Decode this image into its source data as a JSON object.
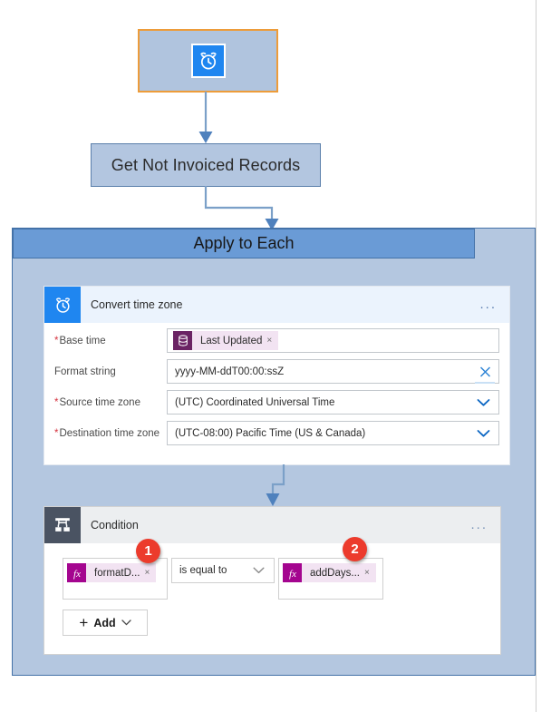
{
  "flow": {
    "trigger": {
      "icon": "alarm-clock-icon",
      "selected_border_color": "#ed9c3a",
      "node_fill": "#b0c4de",
      "icon_fill": "#1f86f0"
    },
    "action_records": {
      "label": "Get Not Invoiced Records",
      "fill": "#b3c6e0",
      "border": "#5b7fab"
    },
    "scope": {
      "title": "Apply to Each",
      "header_fill": "#6a9bd6",
      "body_fill": "#b4c7e0",
      "border": "#4472a8"
    },
    "convert_time_zone": {
      "title": "Convert time zone",
      "icon": "alarm-clock-icon",
      "overflow_label": "...",
      "fields": [
        {
          "label": "Base time",
          "required": true,
          "control": "token",
          "token": {
            "icon": "database-icon",
            "icon_fill": "#6b2464",
            "label": "Last Updated",
            "remove_label": "×"
          }
        },
        {
          "label": "Format string",
          "required": false,
          "control": "text",
          "value": "yyyy-MM-ddT00:00:ssZ",
          "clear_icon": "close-icon"
        },
        {
          "label": "Source time zone",
          "required": true,
          "control": "dropdown",
          "value": "(UTC) Coordinated Universal Time",
          "chevron": "chevron-down-icon"
        },
        {
          "label": "Destination time zone",
          "required": true,
          "control": "dropdown",
          "value": "(UTC-08:00) Pacific Time (US & Canada)",
          "chevron": "chevron-down-icon"
        }
      ]
    },
    "condition": {
      "title": "Condition",
      "icon": "condition-branch-icon",
      "icon_fill": "#4a5362",
      "overflow_label": "...",
      "left_operand": {
        "icon": "function-icon",
        "icon_fill": "#a4058f",
        "icon_label": "fx",
        "label": "formatD...",
        "remove_label": "×"
      },
      "operator": {
        "value": "is equal to",
        "chevron": "chevron-down-icon"
      },
      "right_operand": {
        "icon": "function-icon",
        "icon_fill": "#a4058f",
        "icon_label": "fx",
        "label": "addDays...",
        "remove_label": "×"
      },
      "add_button": {
        "plus": "+",
        "label": "Add",
        "caret": "chevron-down-icon"
      }
    },
    "callouts": [
      {
        "number": "1",
        "color": "#ec3b2c",
        "targets": "left-operand"
      },
      {
        "number": "2",
        "color": "#ec3b2c",
        "targets": "right-operand"
      }
    ]
  }
}
